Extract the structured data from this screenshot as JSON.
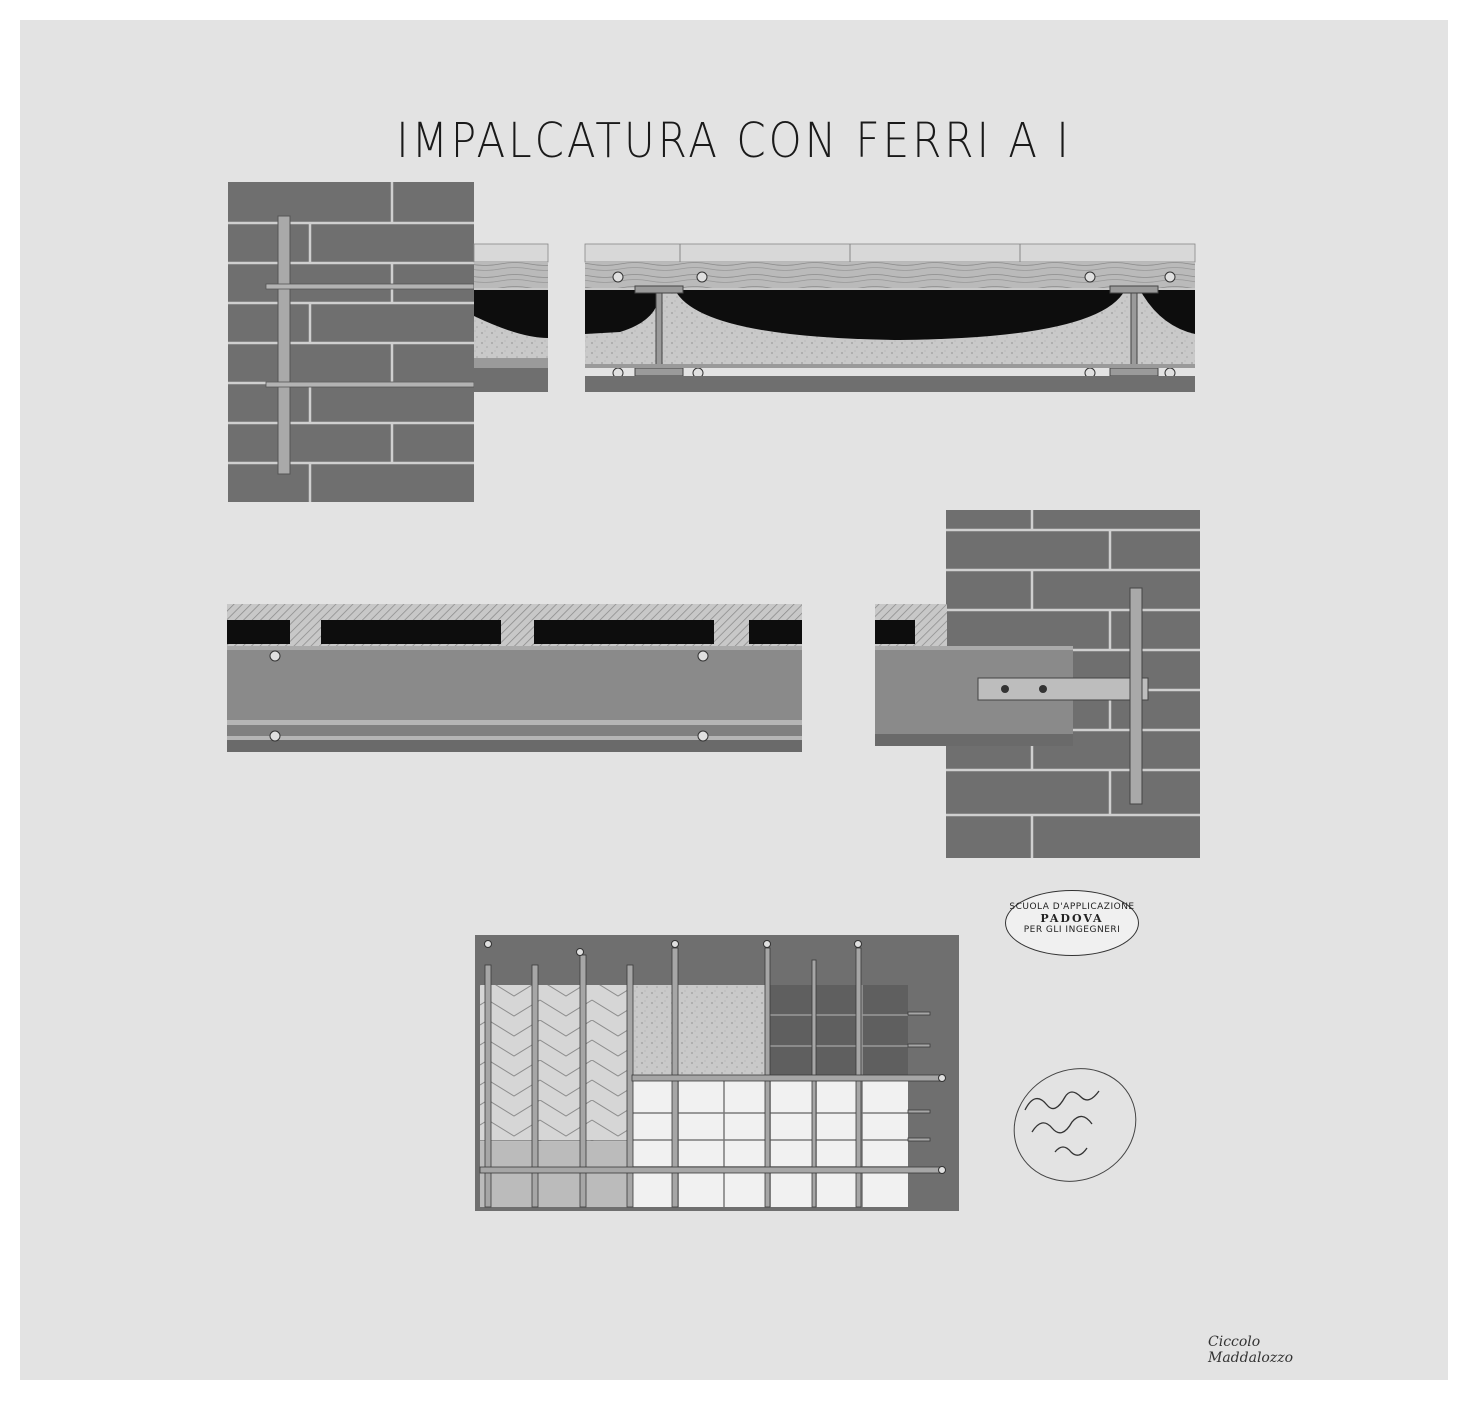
{
  "title": "IMPALCATURA CON FERRI A I",
  "stamp": {
    "line1": "SCUOLA D'APPLICAZIONE",
    "line2": "PADOVA",
    "line3": "PER GLI INGEGNERI"
  },
  "signature": "Ciccolo Maddalozzo",
  "colors": {
    "paper": "#e3e3e3",
    "brick": "#6f6f6f",
    "mortar": "#cfcfcf",
    "iron": "#9a9a9a",
    "void": "#0d0d0d",
    "wood": "#bdbdbd",
    "fill": "#c4c4c4"
  }
}
